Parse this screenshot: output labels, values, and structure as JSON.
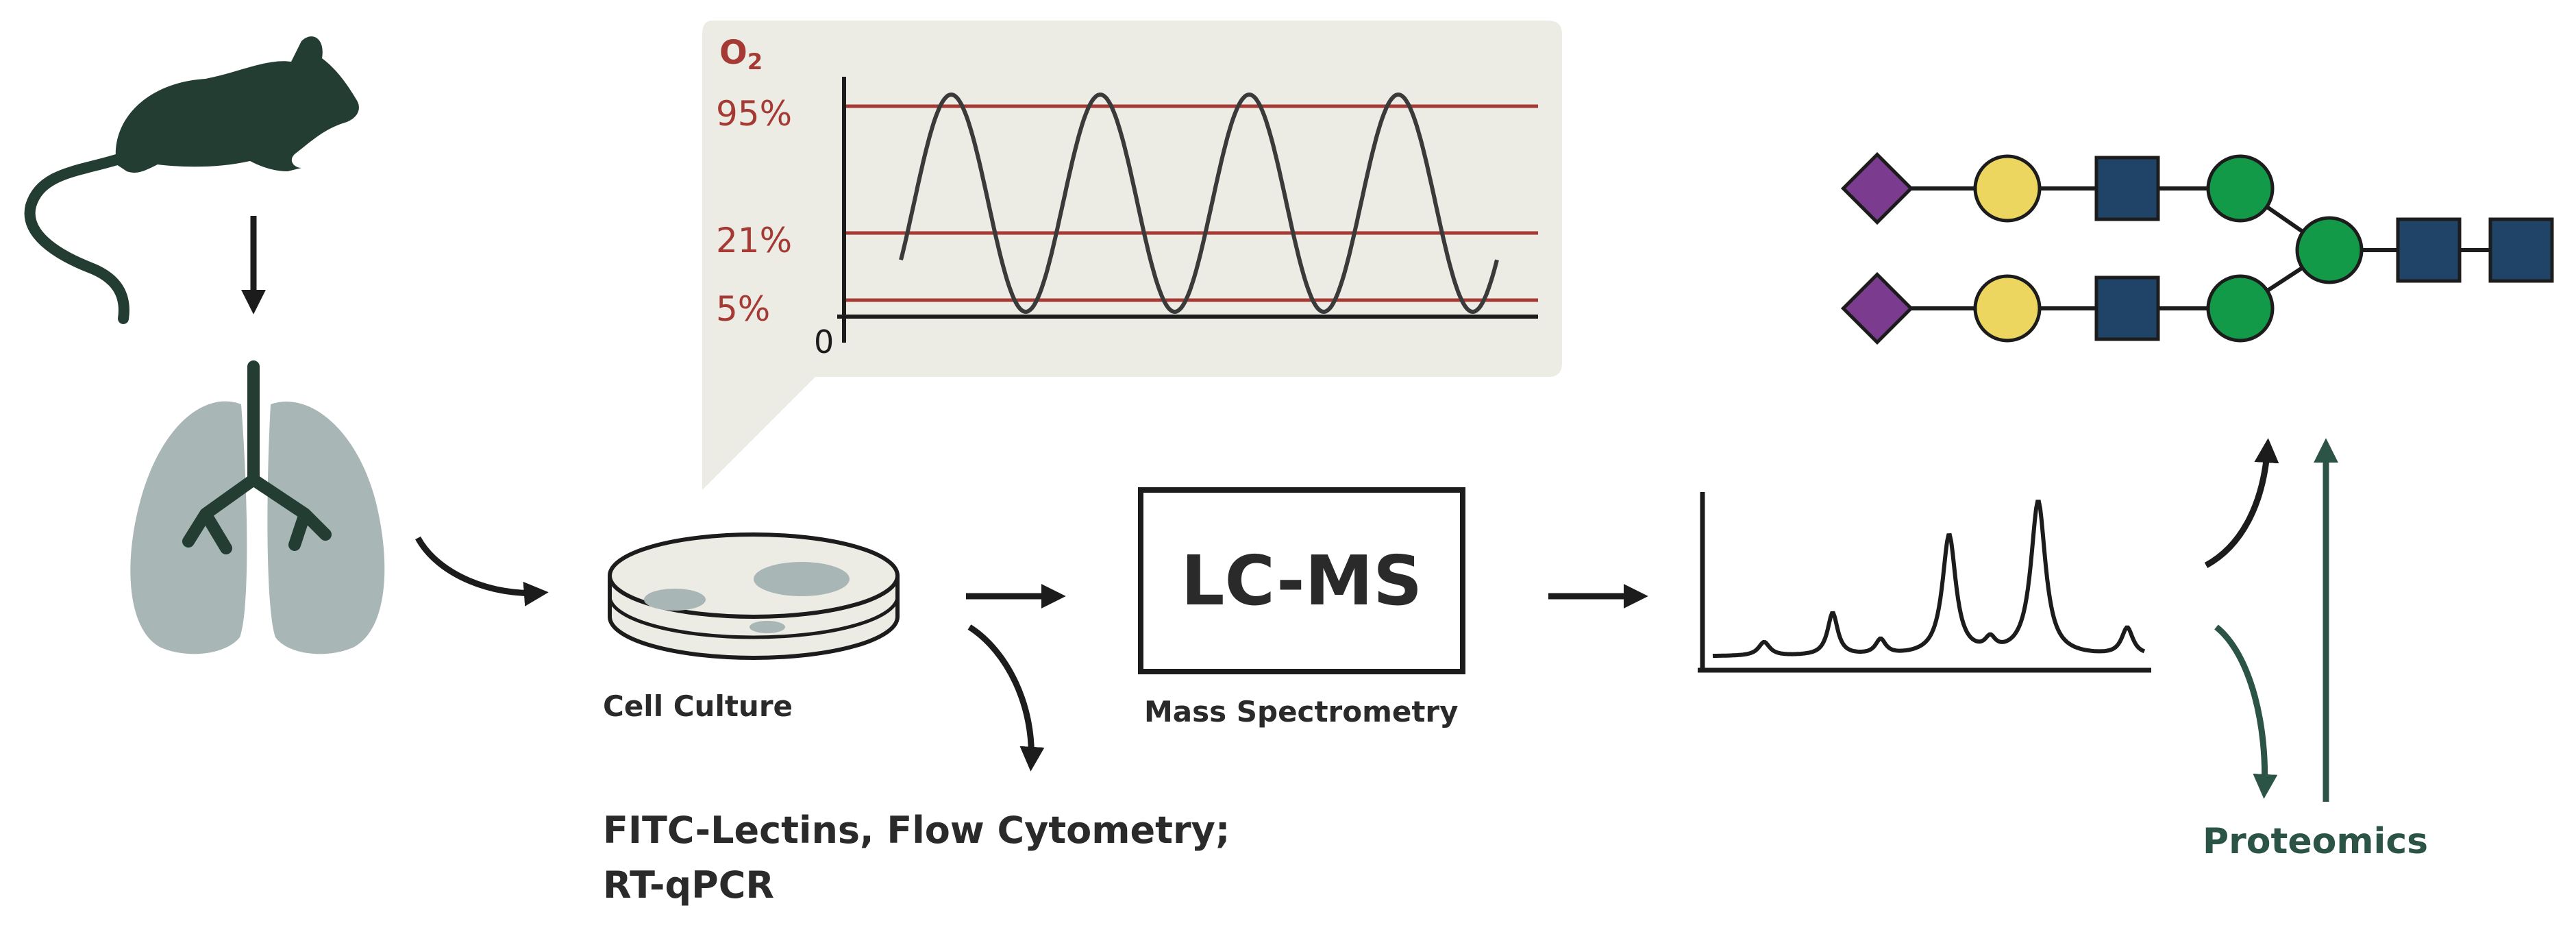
{
  "o2_panel": {
    "title_main": "O",
    "title_sub": "2",
    "levels": [
      "95%",
      "21%",
      "5%"
    ],
    "axis_zero": "0",
    "cycles": 4,
    "oscillation_range": [
      "5%",
      "95%"
    ]
  },
  "labels": {
    "cell_culture": "Cell Culture",
    "lcms_box": "LC-MS",
    "mass_spec": "Mass Spectrometry",
    "assays_line1": "FITC-Lectins, Flow Cytometry;",
    "assays_line2": "RT-qPCR",
    "proteomics": "Proteomics"
  },
  "glycan": {
    "branches": [
      [
        "diamond",
        "circle",
        "square",
        "circle"
      ],
      [
        "diamond",
        "circle",
        "square",
        "circle"
      ]
    ],
    "core": [
      "circle",
      "square",
      "square"
    ],
    "shape_colors": {
      "diamond": "#7b3b8e",
      "circle_yellow": "#ecd660",
      "square": "#1f4468",
      "circle_green": "#129a49"
    }
  },
  "colors": {
    "dark_green": "#233d33",
    "lung_gray": "#a9b6b6",
    "panel_bg": "#ecebe4",
    "level_red": "#a53a34",
    "proteomics_green": "#2b5447"
  }
}
